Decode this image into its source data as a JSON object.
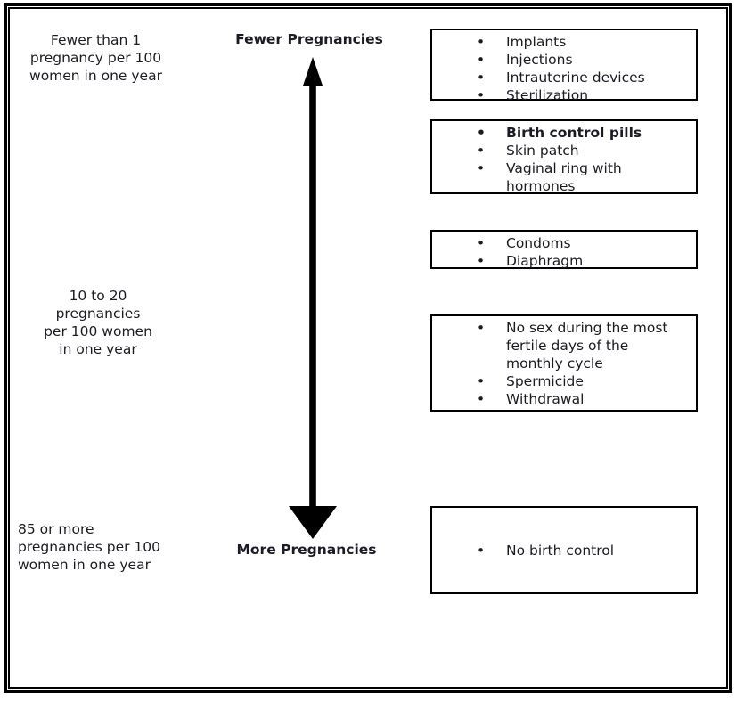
{
  "diagram": {
    "description": "Birth control effectiveness scale",
    "colors": {
      "background": "#ffffff",
      "text": "#1b1b26",
      "border": "#000000",
      "arrow": "#000000"
    },
    "rate_labels": {
      "top": "Fewer than 1\npregnancy per 100\nwomen in one year",
      "middle": "10 to 20\npregnancies\nper 100 women\nin one year",
      "bottom": "85 or more\npregnancies per 100\nwomen in one year"
    },
    "axis": {
      "top_label": "Fewer Pregnancies",
      "bottom_label": "More Pregnancies",
      "arrow_direction": "vertical-double-headed"
    },
    "method_boxes": [
      {
        "items": [
          "Implants",
          "Injections",
          "Intrauterine devices",
          "Sterilization"
        ]
      },
      {
        "items": [
          "Birth control pills",
          "Skin patch",
          "Vaginal ring with\nhormones"
        ]
      },
      {
        "items": [
          "Condoms",
          "Diaphragm"
        ]
      },
      {
        "items": [
          "No sex during the most\nfertile days of the\nmonthly cycle",
          "Spermicide",
          "Withdrawal"
        ]
      },
      {
        "items": [
          "No birth control"
        ]
      }
    ]
  }
}
